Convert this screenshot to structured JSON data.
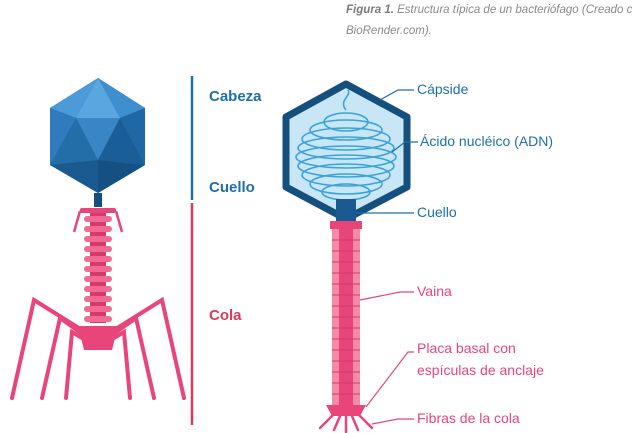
{
  "caption": {
    "figure_label": "Figura 1.",
    "text_line1": "Estructura típica de un bacteriófago (Creado con",
    "text_line2": "BioRender.com)."
  },
  "regions": {
    "head": "Cabeza",
    "neck": "Cuello",
    "tail": "Cola"
  },
  "callouts": {
    "capsid": "Cápside",
    "nucleic_acid": "Ácido nucléico (ADN)",
    "neck": "Cuello",
    "sheath": "Vaina",
    "baseplate_line1": "Placa basal con",
    "baseplate_line2": "espículas de anclaje",
    "tail_fibers": "Fibras de la cola"
  },
  "colors": {
    "head_blue": "#1f6fa8",
    "dark_blue": "#144f7e",
    "capsid_fill": "#c9e6f7",
    "dna_blue": "#3aa3d8",
    "tail_pink": "#e8457a",
    "light_pink": "#f58aa8",
    "label_blue": "#1f6fa8",
    "label_pink": "#d93a5a"
  }
}
